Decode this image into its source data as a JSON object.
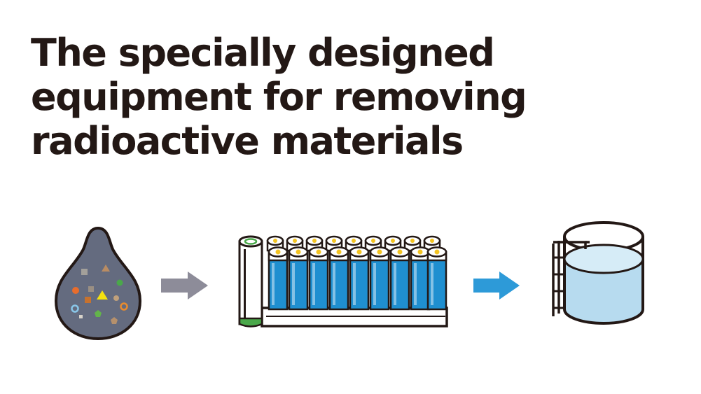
{
  "title": {
    "lines": [
      "The specially designed",
      "equipment for removing",
      "radioactive materials"
    ]
  },
  "flow": {
    "steps": [
      {
        "icon": "contaminated-water-drop-icon"
      },
      {
        "icon": "grey-arrow-right-icon"
      },
      {
        "icon": "filter-vessels-equipment-icon"
      },
      {
        "icon": "blue-arrow-right-icon"
      },
      {
        "icon": "treated-water-tank-icon"
      }
    ]
  },
  "colors": {
    "ink": "#231815",
    "drop_fill": "#646b7f",
    "grey_arrow": "#8d8c99",
    "blue_arrow": "#2d9ad8",
    "vessel_blue": "#1f8fd0",
    "tank_water": "#b7dbef",
    "gold": "#f3c321",
    "green": "#4aa84a"
  }
}
